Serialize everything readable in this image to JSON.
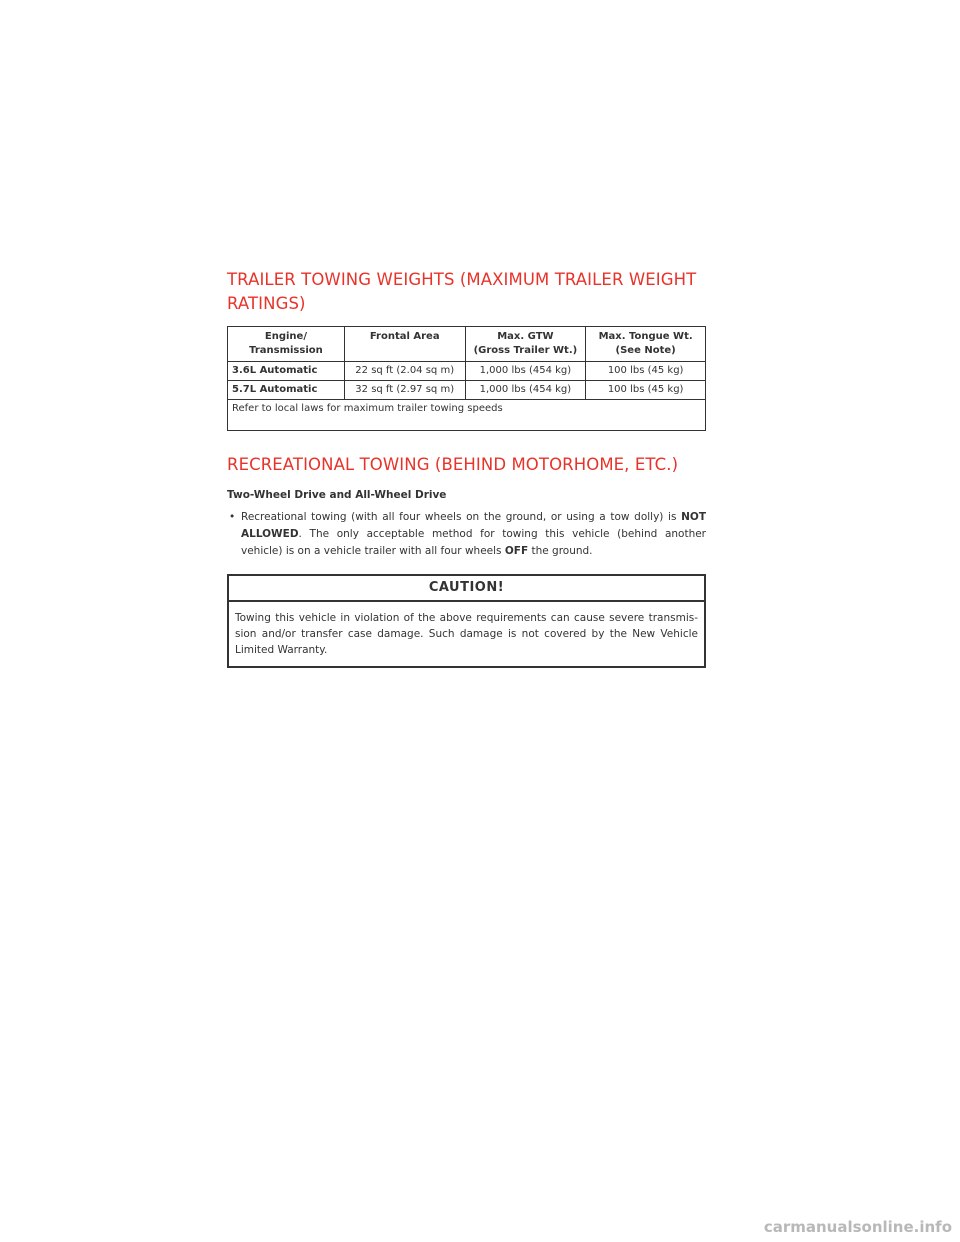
{
  "section1": {
    "heading": "TRAILER TOWING WEIGHTS (MAXIMUM TRAILER WEIGHT RATINGS)"
  },
  "table": {
    "headers": {
      "engine_line1": "Engine/",
      "engine_line2": "Transmission",
      "area": "Frontal Area",
      "gtw_line1": "Max. GTW",
      "gtw_line2": "(Gross Trailer Wt.)",
      "tongue_line1": "Max. Tongue Wt.",
      "tongue_line2": "(See Note)"
    },
    "rows": [
      {
        "engine": "3.6L Automatic",
        "area": "22 sq ft (2.04 sq m)",
        "gtw": "1,000 lbs (454 kg)",
        "tongue": "100 lbs (45 kg)"
      },
      {
        "engine": "5.7L Automatic",
        "area": "32 sq ft (2.97 sq m)",
        "gtw": "1,000 lbs (454 kg)",
        "tongue": "100 lbs (45 kg)"
      }
    ],
    "note": "Refer to local laws for maximum trailer towing speeds"
  },
  "section2": {
    "heading": "RECREATIONAL TOWING (BEHIND MOTORHOME, ETC.)",
    "subheading": "Two-Wheel Drive and All-Wheel Drive",
    "bullet": {
      "marker": "•",
      "part1": "Recreational towing (with all four wheels on the ground, or using a tow dolly) is ",
      "bold1": "NOT ALLOWED",
      "part2": ". The only acceptable method for towing this vehicle (behind another vehicle) is on a vehicle trailer with all four wheels ",
      "bold2": "OFF",
      "part3": " the ground."
    }
  },
  "caution": {
    "title": "CAUTION!",
    "body": "Towing this vehicle in violation of the above requirements can cause severe transmis-sion and/or transfer case damage. Such damage is not covered by the New Vehicle Limited Warranty."
  },
  "watermark": "carmanualsonline.info",
  "colors": {
    "heading_red": "#e8332a",
    "text": "#333333",
    "watermark": "#b8b8b8"
  }
}
